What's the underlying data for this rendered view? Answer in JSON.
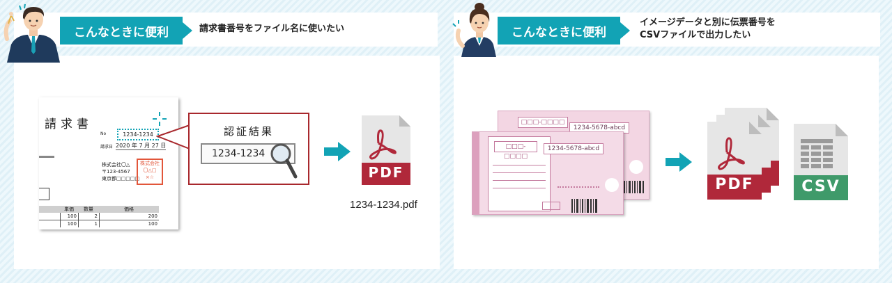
{
  "left_card": {
    "badge": "こんなときに便利",
    "headline": "請求書番号をファイル名に使いたい",
    "invoice": {
      "title": "請求書",
      "no_label": "No",
      "no_value": "1234-1234",
      "date_label": "請求日",
      "date_value": "2020 年 7 月 27 日",
      "company": "株式会社〇△",
      "postal": "〒123-4567",
      "address": "東京都□□□□□",
      "stamp_line1": "株式会社",
      "stamp_line2": "〇△□",
      "stamp_line3": "×☆",
      "table_headers": [
        "単価",
        "数量",
        "価格"
      ],
      "table_rows": [
        [
          "100",
          "2",
          "200"
        ],
        [
          "100",
          "1",
          "100"
        ]
      ]
    },
    "recognition": {
      "label": "認証結果",
      "value": "1234-1234"
    },
    "pdf_label": "PDF",
    "filename": "1234-1234.pdf"
  },
  "right_card": {
    "badge": "こんなときに便利",
    "headline_line1": "イメージデータと別に伝票番号を",
    "headline_line2": "CSVファイルで出力したい",
    "slip_back_number": "1234-5678-abcd",
    "slip_front_number": "1234-5678-abcd",
    "slip_box_text": "□□□-□□□□",
    "pdf_label": "PDF",
    "csv_label": "CSV"
  },
  "colors": {
    "teal": "#12a3b5",
    "pdf_red": "#b0283a",
    "csv_green": "#3f9a6a",
    "frame_red": "#a8282d",
    "slip_pink": "#e9c6d8"
  }
}
